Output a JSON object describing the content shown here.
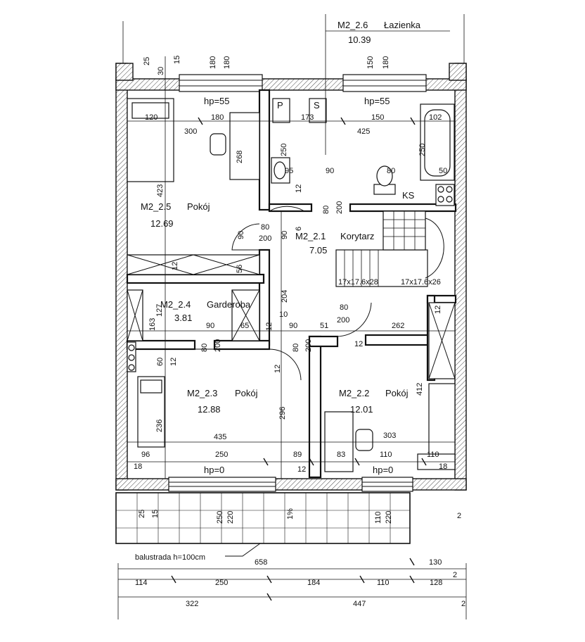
{
  "rooms": {
    "lazienka": {
      "id": "M2_2.6",
      "name": "Łazienka",
      "area": "10.39"
    },
    "pokoj25": {
      "id": "M2_2.5",
      "name": "Pokój",
      "area": "12.69"
    },
    "korytarz": {
      "id": "M2_2.1",
      "name": "Korytarz",
      "area": "7.05"
    },
    "garderoba": {
      "id": "M2_2.4",
      "name": "Garderoba",
      "area": "3.81"
    },
    "pokoj23": {
      "id": "M2_2.3",
      "name": "Pokój",
      "area": "12.88"
    },
    "pokoj22": {
      "id": "M2_2.2",
      "name": "Pokój",
      "area": "12.01"
    }
  },
  "labels": {
    "hp_top_left": "hp=55",
    "hp_top_right": "hp=55",
    "hp_bottom_left": "hp=0",
    "hp_bottom_right": "hp=0",
    "p": "P",
    "s": "S",
    "ks": "KS",
    "stairs_left": "17x17.6x28",
    "stairs_right": "17x17.6x26",
    "balustrada": "balustrada h=100cm"
  },
  "dims": {
    "d25": "25",
    "d30": "30",
    "d15a": "15",
    "d180a": "180",
    "d180b": "180",
    "d150a": "150",
    "d180c": "180",
    "d120": "120",
    "d180d": "180",
    "d173": "173",
    "d150b": "150",
    "d102": "102",
    "d300": "300",
    "d425": "425",
    "d268": "268",
    "d250a": "250",
    "d250b": "250",
    "d423": "423",
    "d95": "95",
    "d90a": "90",
    "d80a": "80",
    "d50": "50",
    "d12a": "12",
    "d80b": "80",
    "d200a": "200",
    "d80c": "80",
    "d200b": "200",
    "d90b": "90",
    "d90c": "90",
    "d6": "6",
    "d12b": "12",
    "d56": "56",
    "d204": "204",
    "d12c": "12",
    "d10": "10",
    "d80d": "80",
    "d200c": "200",
    "d262": "262",
    "d12d": "12",
    "d163": "163",
    "d127": "127",
    "d90d": "90",
    "d65": "65",
    "d90e": "90",
    "d51": "51",
    "d80e": "80",
    "d200d": "200",
    "d80f": "80",
    "d200e": "200",
    "d12e": "12",
    "d60": "60",
    "d12f": "12",
    "d12g": "12",
    "d412": "412",
    "d236": "236",
    "d296": "296",
    "d303": "303",
    "d435": "435",
    "d96": "96",
    "d250c": "250",
    "d89": "89",
    "d83": "83",
    "d110a": "110",
    "d110b": "110",
    "d18a": "18",
    "d12h": "12",
    "d18b": "18",
    "d25b": "25",
    "d15b": "15",
    "d250d": "250",
    "d220a": "220",
    "d1": "1%",
    "d110c": "110",
    "d220b": "220",
    "d2": "2",
    "d658": "658",
    "d130": "130",
    "d114": "114",
    "d250e": "250",
    "d184": "184",
    "d110d": "110",
    "d128": "128",
    "d2b": "2",
    "d322": "322",
    "d447": "447",
    "d2b2": "2"
  }
}
